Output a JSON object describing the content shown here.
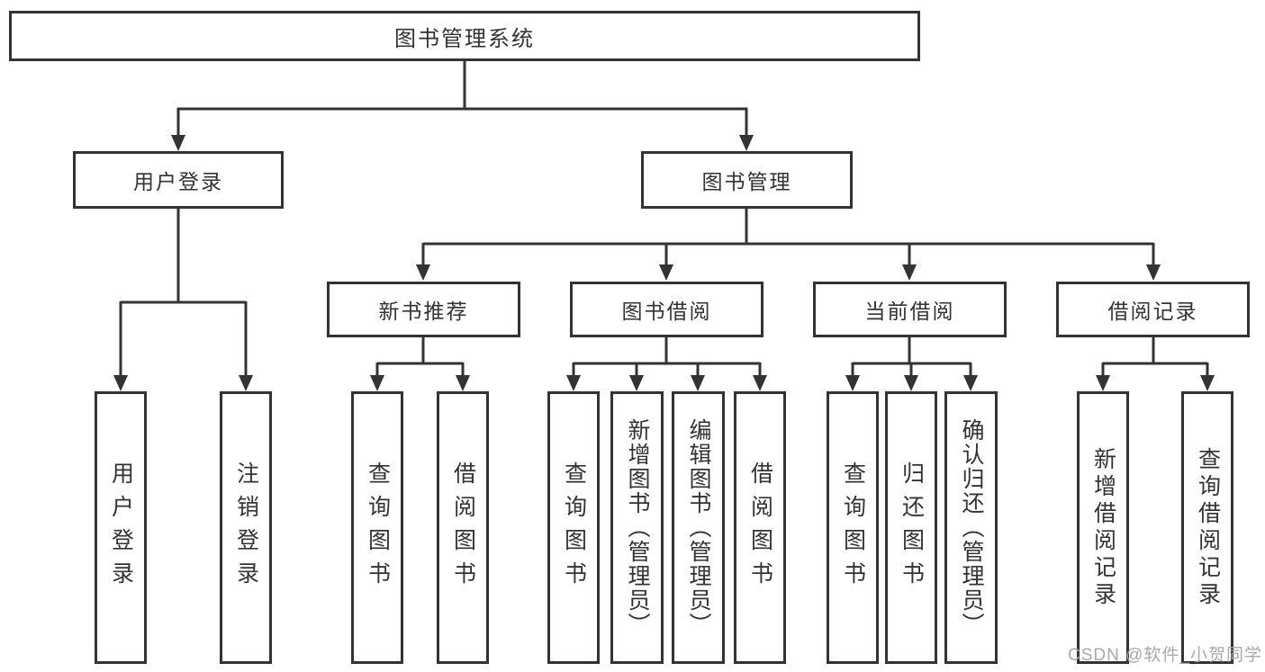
{
  "colors": {
    "line": "#333333",
    "text": "#333333",
    "box_background": "#ffffff",
    "background": "#ffffff",
    "watermark": "#a9a9a9"
  },
  "root": {
    "label": "图书管理系统"
  },
  "branches": {
    "user_login": {
      "label": "用户登录",
      "children": [
        {
          "label": "用户登录"
        },
        {
          "label": "注销登录"
        }
      ]
    },
    "book_management": {
      "label": "图书管理",
      "children": [
        {
          "label": "新书推荐",
          "children": [
            {
              "label": "查询图书"
            },
            {
              "label": "借阅图书"
            }
          ]
        },
        {
          "label": "图书借阅",
          "children": [
            {
              "label": "查询图书"
            },
            {
              "label": "新增图书（管理员）"
            },
            {
              "label": "编辑图书（管理员）"
            },
            {
              "label": "借阅图书"
            }
          ]
        },
        {
          "label": "当前借阅",
          "children": [
            {
              "label": "查询图书"
            },
            {
              "label": "归还图书"
            },
            {
              "label": "确认归还（管理员）"
            }
          ]
        },
        {
          "label": "借阅记录",
          "children": [
            {
              "label": "新增借阅记录"
            },
            {
              "label": "查询借阅记录"
            }
          ]
        }
      ]
    }
  },
  "watermark": {
    "text": "CSDN @软件_小贺同学"
  }
}
